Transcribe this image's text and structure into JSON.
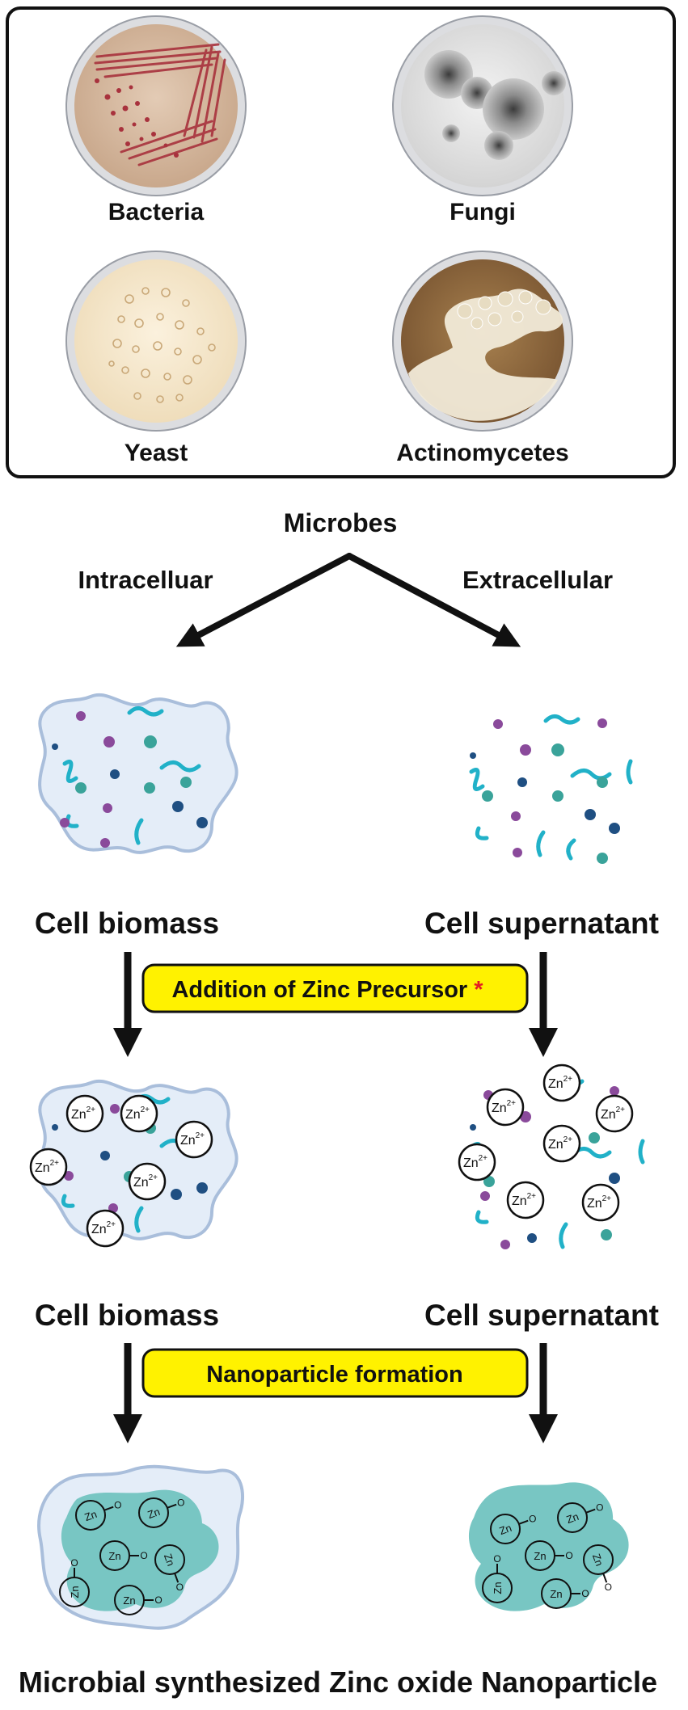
{
  "panel": {
    "dishes": [
      {
        "label": "Bacteria"
      },
      {
        "label": "Fungi"
      },
      {
        "label": "Yeast"
      },
      {
        "label": "Actinomycetes"
      }
    ]
  },
  "flow": {
    "source": "Microbes",
    "left_route": "Intracelluar",
    "right_route": "Extracellular",
    "stage1": {
      "left": "Cell biomass",
      "right": "Cell supernatant"
    },
    "step1": {
      "label": "Addition of Zinc Precursor",
      "marker": "*"
    },
    "stage2": {
      "left": "Cell biomass",
      "right": "Cell supernatant"
    },
    "step2": {
      "label": "Nanoparticle formation"
    },
    "result": "Microbial synthesized Zinc oxide Nanoparticle"
  },
  "ion": {
    "symbol": "Zn",
    "charge": "2+"
  },
  "atom": {
    "zn": "Zn",
    "o": "O"
  },
  "colors": {
    "callout_fill": "#fff200",
    "asterisk": "#e31b23",
    "cell_fill": "#e4edf8",
    "cell_stroke": "#a9bedb",
    "nano_fill": "#78c6c3",
    "filament": "#21b1c8",
    "dot_purple": "#8a4a9b",
    "dot_teal": "#3aa39a",
    "dot_navy": "#1f4f82"
  }
}
